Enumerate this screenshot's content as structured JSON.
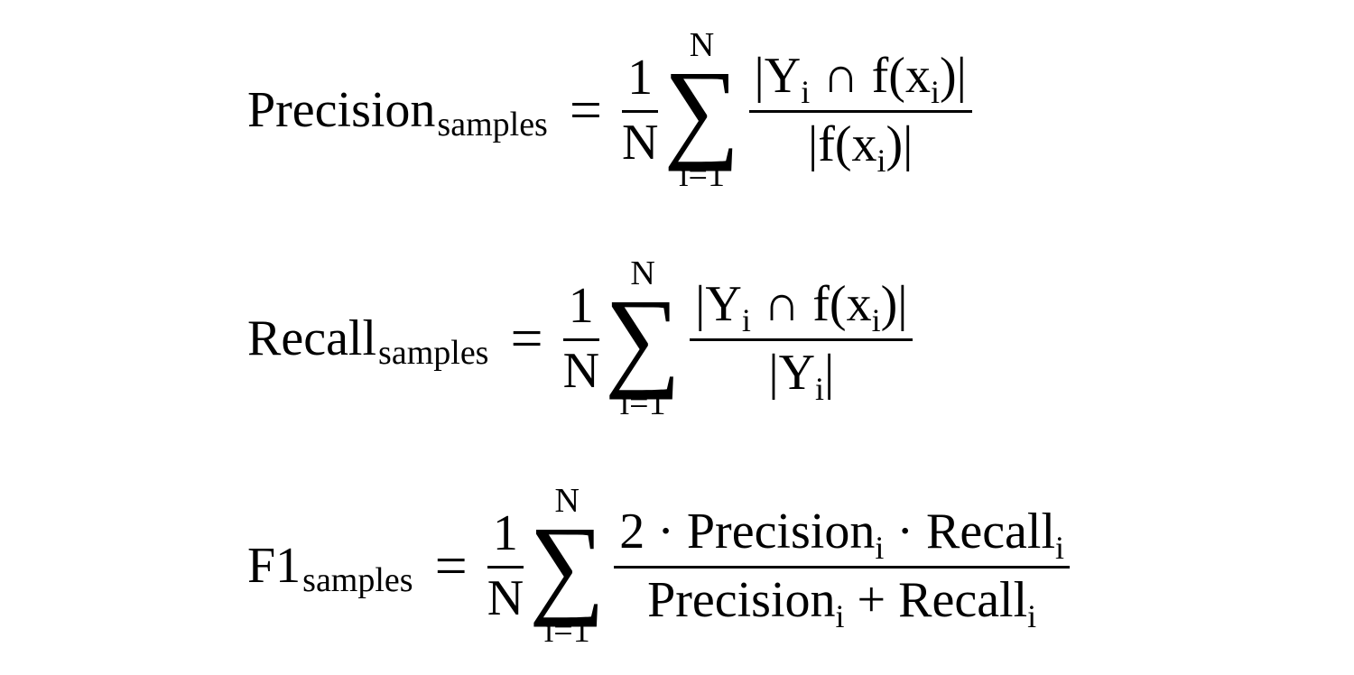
{
  "equations": [
    {
      "lhs": "Precision",
      "lhs_sub": "samples",
      "eq": "=",
      "one": "1",
      "n": "N",
      "sum_top": "N",
      "sum_symbol": "∑",
      "sum_bottom": "i=1",
      "num_a": "|Y",
      "num_a_sub": "i",
      "num_b": " ∩ f(x",
      "num_b_sub": "i",
      "num_c": ")|",
      "den_a": "|f(x",
      "den_a_sub": "i",
      "den_b": ")|"
    },
    {
      "lhs": "Recall",
      "lhs_sub": "samples",
      "eq": "=",
      "one": "1",
      "n": "N",
      "sum_top": "N",
      "sum_symbol": "∑",
      "sum_bottom": "i=1",
      "num_a": "|Y",
      "num_a_sub": "i",
      "num_b": " ∩ f(x",
      "num_b_sub": "i",
      "num_c": ")|",
      "den_a": "|Y",
      "den_a_sub": "i",
      "den_b": "|"
    },
    {
      "lhs": "F1",
      "lhs_sub": "samples",
      "eq": "=",
      "one": "1",
      "n": "N",
      "sum_top": "N",
      "sum_symbol": "∑",
      "sum_bottom": "i=1",
      "num_a": "2 · Precision",
      "num_a_sub": "i",
      "num_b": " · Recall",
      "num_b_sub": "i",
      "num_c": "",
      "den_a": "Precision",
      "den_a_sub": "i",
      "den_b": " + Recall",
      "den_b_sub": "i"
    }
  ]
}
